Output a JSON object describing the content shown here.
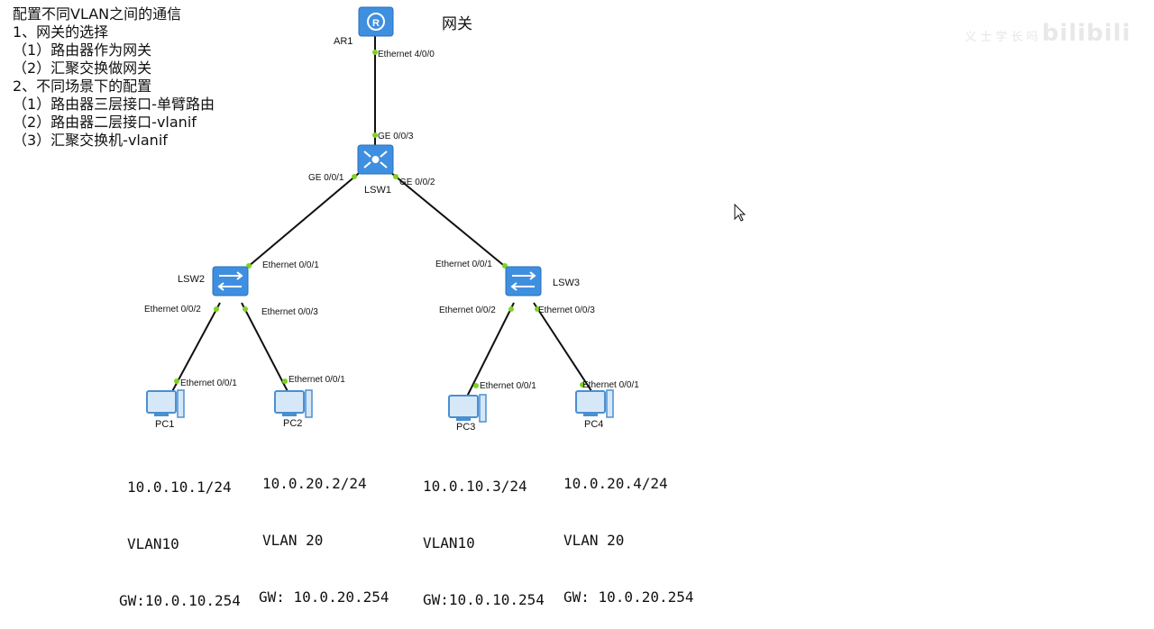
{
  "notes": {
    "line1": "配置不同VLAN之间的通信",
    "line2": "1、网关的选择",
    "line3": "（1）路由器作为网关",
    "line4": "（2）汇聚交换做网关",
    "line5": "2、不同场景下的配置",
    "line6": "（1）路由器三层接口-单臂路由",
    "line7": "（2）路由器二层接口-vlanif",
    "line8": "（3）汇聚交换机-vlanif"
  },
  "gateway_title": "网关",
  "devices": {
    "ar1": "AR1",
    "lsw1": "LSW1",
    "lsw2": "LSW2",
    "lsw3": "LSW3",
    "pc1": "PC1",
    "pc2": "PC2",
    "pc3": "PC3",
    "pc4": "PC4"
  },
  "ports": {
    "ar1_e400": "Ethernet 4/0/0",
    "lsw1_ge003": "GE 0/0/3",
    "lsw1_ge001": "GE 0/0/1",
    "lsw1_ge002": "GE 0/0/2",
    "lsw2_e001": "Ethernet 0/0/1",
    "lsw2_e002": "Ethernet 0/0/2",
    "lsw2_e003": "Ethernet 0/0/3",
    "lsw3_e001": "Ethernet 0/0/1",
    "lsw3_e002": "Ethernet 0/0/2",
    "lsw3_e003": "Ethernet 0/0/3",
    "pc1_e001": "Ethernet 0/0/1",
    "pc2_e001": "Ethernet 0/0/1",
    "pc3_e001": "Ethernet 0/0/1",
    "pc4_e001": "Ethernet 0/0/1"
  },
  "pc_info": {
    "pc1": {
      "ip": "10.0.10.1/24",
      "vlan": "VLAN10",
      "gw": "GW:10.0.10.254"
    },
    "pc2": {
      "ip": "10.0.20.2/24",
      "vlan": "VLAN 20",
      "gw": "GW: 10.0.20.254"
    },
    "pc3": {
      "ip": "10.0.10.3/24",
      "vlan": "VLAN10",
      "gw": "GW:10.0.10.254"
    },
    "pc4": {
      "ip": "10.0.20.4/24",
      "vlan": "VLAN 20",
      "gw": "GW: 10.0.20.254"
    }
  },
  "watermark": {
    "small": "义 士 学 长 吗",
    "logo": "bilibili"
  },
  "colors": {
    "device_blue": "#3f8fe0",
    "port_dot": "#7ed321",
    "link": "#111111"
  }
}
